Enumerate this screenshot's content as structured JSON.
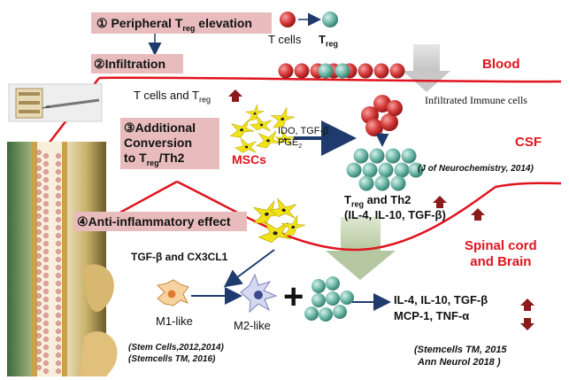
{
  "steps": {
    "s1_num": "①",
    "s1_label": "Peripheral T",
    "s1_sub": "reg",
    "s1_tail": " elevation",
    "s2_num": "②",
    "s2_label": "Infiltration",
    "s3_num": "③",
    "s3_line1": "Additional",
    "s3_line2": "Conversion",
    "s3_line3a": "to T",
    "s3_line3sub": "reg",
    "s3_line3b": "/Th2",
    "s4_num": "④",
    "s4_label": "Anti-inflammatory effect"
  },
  "cells_legend": {
    "tcells": "T cells",
    "treg_t": "T",
    "treg_sub": "reg"
  },
  "compartments": {
    "blood": "Blood",
    "csf": "CSF",
    "spinal_line1": "Spinal cord",
    "spinal_line2": "and Brain"
  },
  "labels": {
    "tcells_and": "T cells and T",
    "tcells_and_sub": "reg",
    "infiltrated": "Infiltrated Immune cells",
    "ido": "IDO, TGF-β",
    "pge": "PGE",
    "pge_sub": "2",
    "mscs": "MSCs",
    "treg_th2_t": "T",
    "treg_th2_sub": "reg",
    "treg_th2_rest": " and Th2",
    "il_line": "(IL-4, IL-10, TGF-β)",
    "tgf_cx3": "TGF-β  and  CX3CL1",
    "m1": "M1-like",
    "m2": "M2-like",
    "plus": "+",
    "out_line1": "IL-4, IL-10, TGF-β",
    "out_line2": "MCP-1, TNF-α"
  },
  "citations": {
    "jneuro": "(J of Neurochemistry, 2014)",
    "stem1": "(Stem Cells,2012,2014)",
    "stem2": "(Stemcells TM, 2016)",
    "stem3": "(Stemcells TM, 2015",
    "annneurol": "Ann Neurol  2018 )"
  },
  "colors": {
    "red_boundary": "#e0141e",
    "step_box": "#e8bcbc",
    "tcell_red": "#d63a3a",
    "treg_teal": "#6fb9a8",
    "msc_yellow": "#f2e21a",
    "arrow_navy": "#1f3b6e",
    "dark_red_arrow": "#8b1a1a"
  }
}
